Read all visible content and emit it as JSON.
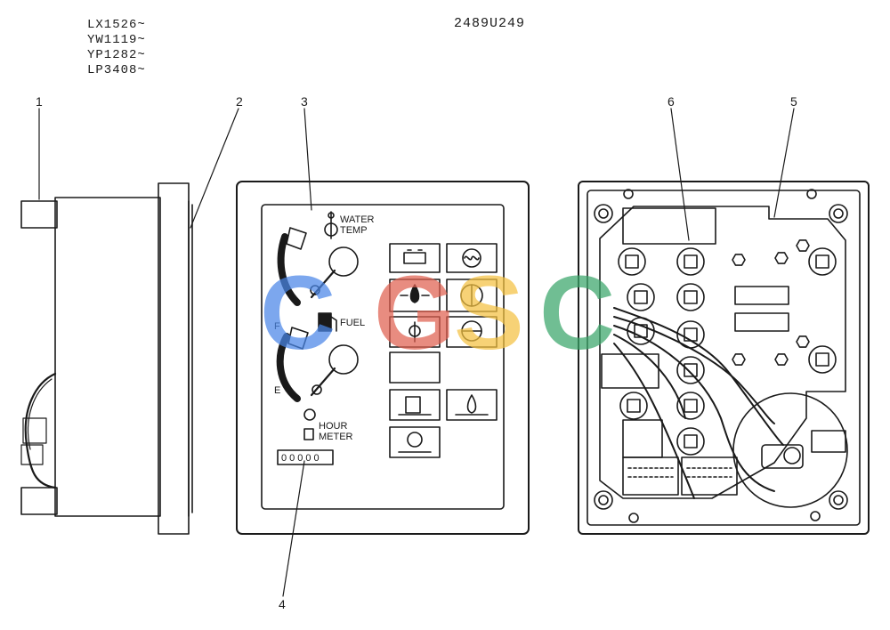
{
  "serial_numbers": [
    "LX1526~",
    "YW1119~",
    "YP1282~",
    "LP3408~"
  ],
  "drawing_id": "2489U249",
  "callouts": [
    "1",
    "2",
    "3",
    "4",
    "5",
    "6"
  ],
  "gauges": {
    "water_temp_label_line1": "WATER",
    "water_temp_label_line2": "TEMP",
    "fuel_label": "FUEL",
    "fuel_full": "F",
    "fuel_empty": "E",
    "hour_meter_line1": "HOUR",
    "hour_meter_line2": "METER",
    "hour_meter_digits": "00000"
  },
  "watermark": {
    "letters": [
      "C",
      "G",
      "S",
      "C"
    ],
    "colors": [
      "#4a86e8",
      "#e06050",
      "#f5c242",
      "#3aa66a"
    ]
  }
}
